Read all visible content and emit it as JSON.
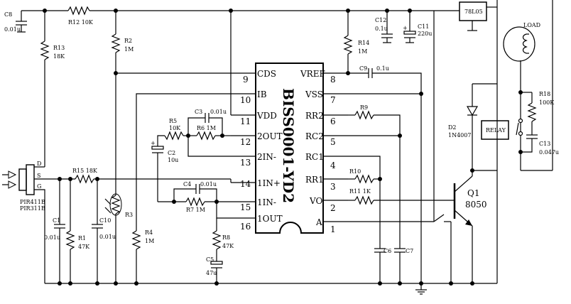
{
  "ic": {
    "title": "BISS0001-YD2",
    "left_pins": [
      {
        "num": "9",
        "name": "CDS"
      },
      {
        "num": "10",
        "name": "IB"
      },
      {
        "num": "11",
        "name": "VDD"
      },
      {
        "num": "12",
        "name": "2OUT"
      },
      {
        "num": "13",
        "name": "2IN-"
      },
      {
        "num": "14",
        "name": "1IN+"
      },
      {
        "num": "15",
        "name": "1IN-"
      },
      {
        "num": "16",
        "name": "1OUT"
      }
    ],
    "right_pins": [
      {
        "num": "8",
        "name": "VREF"
      },
      {
        "num": "7",
        "name": "VSS"
      },
      {
        "num": "6",
        "name": "RR2"
      },
      {
        "num": "5",
        "name": "RC2"
      },
      {
        "num": "4",
        "name": "RC1"
      },
      {
        "num": "3",
        "name": "RR1"
      },
      {
        "num": "2",
        "name": "VO"
      },
      {
        "num": "1",
        "name": "A"
      }
    ]
  },
  "components": {
    "c8": {
      "ref": "C8",
      "value": "0.01u"
    },
    "r12": {
      "label": "R12 10K"
    },
    "r13": {
      "ref": "R13",
      "value": "18K"
    },
    "r2": {
      "ref": "R2",
      "value": "1M"
    },
    "c12": {
      "ref": "C12",
      "value": "0.1u"
    },
    "c11": {
      "ref": "C11",
      "value": "220u"
    },
    "r14": {
      "ref": "R14",
      "value": "1M"
    },
    "c9": {
      "ref": "C9",
      "value": "0.1u"
    },
    "regulator": {
      "label": "78L05"
    },
    "load": {
      "label": "LOAD"
    },
    "r18": {
      "ref": "R18",
      "value": "100K"
    },
    "c13": {
      "ref": "C13",
      "value": "0.047u"
    },
    "relay": {
      "label": "RELAY"
    },
    "d2": {
      "ref": "D2",
      "value": "1N4007"
    },
    "q1": {
      "ref": "Q1",
      "value": "8050"
    },
    "c3": {
      "ref": "C3",
      "value": "0.01u"
    },
    "r6": {
      "label": "R6 1M"
    },
    "r5": {
      "ref": "R5",
      "value": "10K"
    },
    "c2": {
      "ref": "C2",
      "value": "10u"
    },
    "r9": {
      "ref": "R9"
    },
    "r10": {
      "ref": "R10"
    },
    "r11": {
      "label": "R11 1K"
    },
    "c4": {
      "label": "C4",
      "value": "0.01u"
    },
    "r7": {
      "label": "R7 1M"
    },
    "r8": {
      "ref": "R8",
      "value": "47K"
    },
    "c5": {
      "ref": "C5",
      "value": "47u"
    },
    "c6": {
      "ref": "C6"
    },
    "c7": {
      "ref": "C7"
    },
    "r15": {
      "label": "R15 18K"
    },
    "c1": {
      "ref": "C1",
      "value": "0.01u"
    },
    "r1": {
      "ref": "R1",
      "value": "47K"
    },
    "c10": {
      "ref": "C10",
      "value": "0.01u"
    },
    "r3": {
      "ref": "R3"
    },
    "r4": {
      "ref": "R4",
      "value": "1M"
    },
    "pir": {
      "line1": "PIR411B",
      "line2": "PIR311B",
      "d": "D",
      "s": "S",
      "g": "G"
    }
  }
}
